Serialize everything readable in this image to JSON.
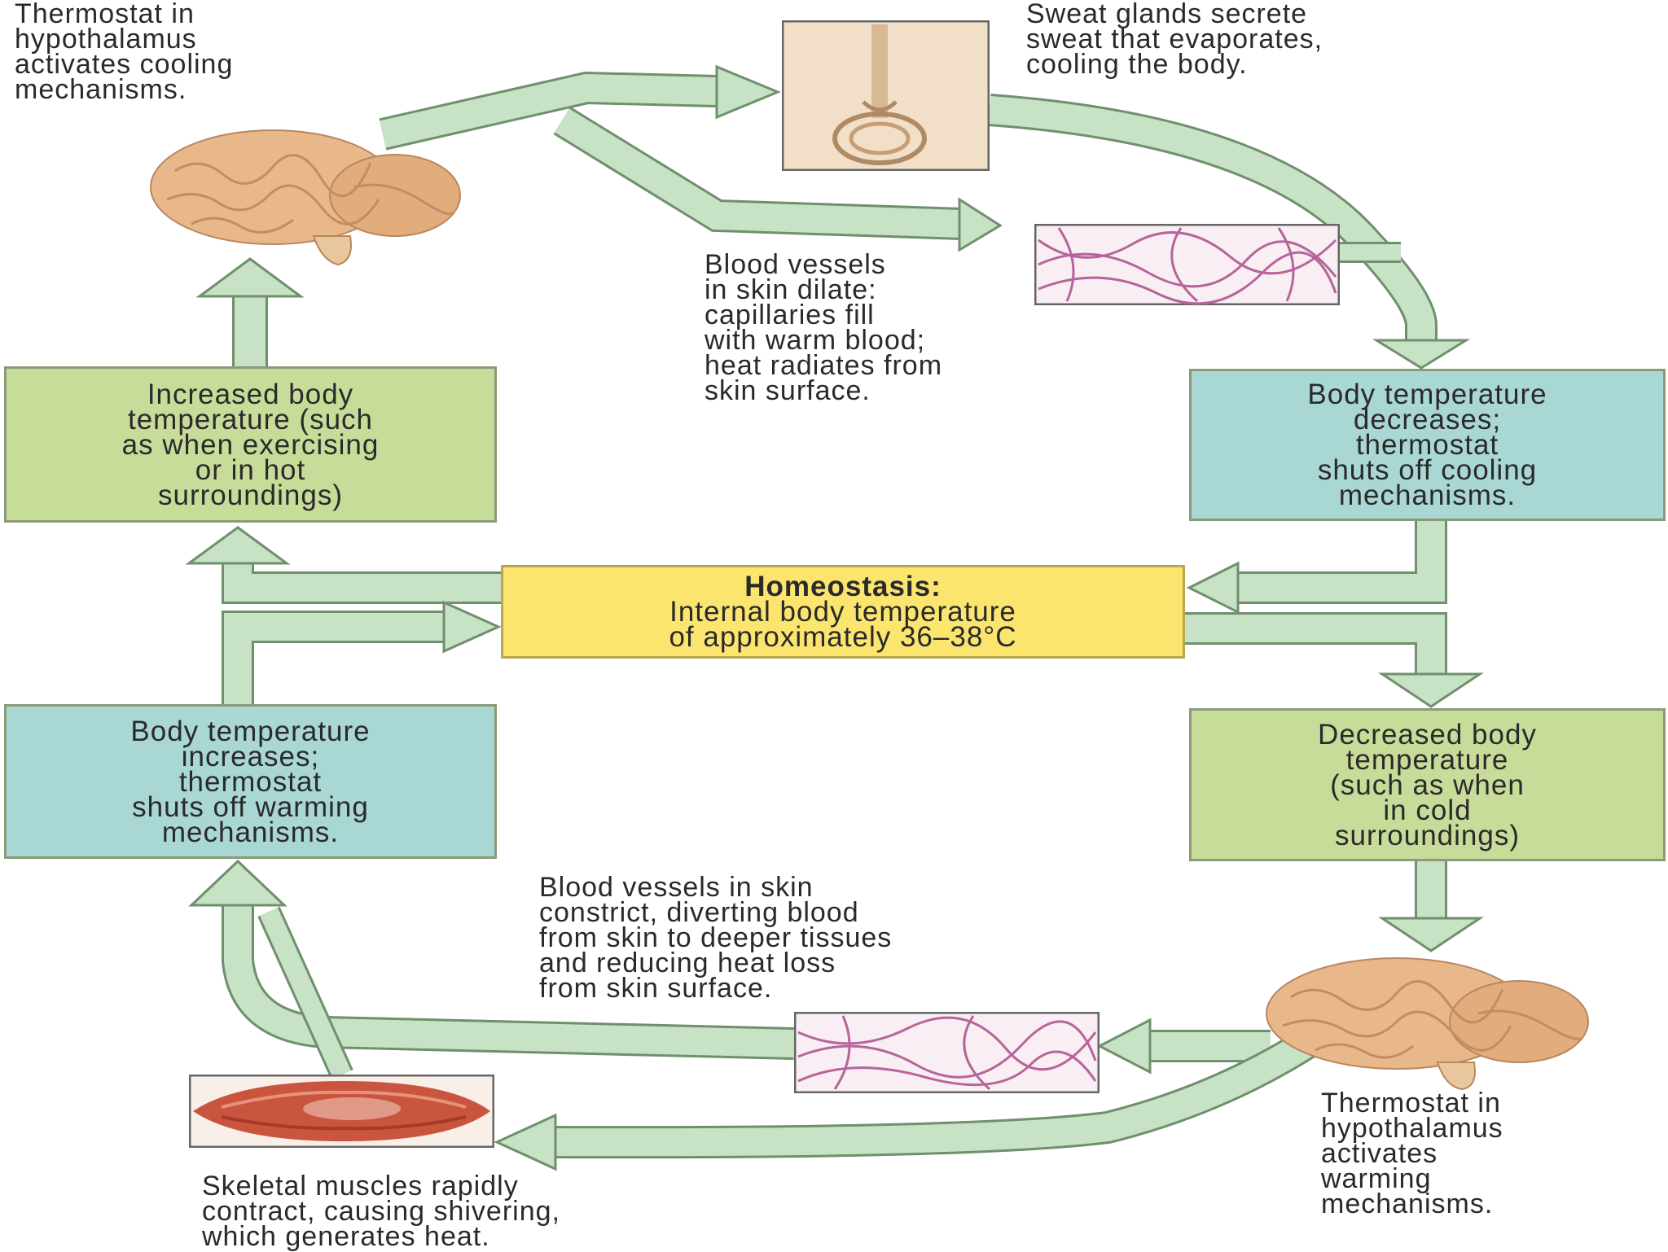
{
  "boxes": {
    "increased": [
      "Increased body",
      "temperature (such",
      "as when exercising",
      "or in hot",
      "surroundings)"
    ],
    "decreases": [
      "Body temperature",
      "decreases;",
      "thermostat",
      "shuts off cooling",
      "mechanisms."
    ],
    "homeostasis_title": "Homeostasis:",
    "homeostasis_body": [
      "Internal body temperature",
      "of approximately 36–38°C"
    ],
    "increases": [
      "Body temperature",
      "increases;",
      "thermostat",
      "shuts off warming",
      "mechanisms."
    ],
    "decreased": [
      "Decreased body",
      "temperature",
      "(such as when",
      "in cold",
      "surroundings)"
    ]
  },
  "labels": {
    "thermostat_cooling": [
      "Thermostat in",
      "hypothalamus",
      "activates cooling",
      "mechanisms."
    ],
    "sweat": [
      "Sweat glands secrete",
      "sweat that evaporates,",
      "cooling the body."
    ],
    "dilate": [
      "Blood vessels",
      "in skin dilate:",
      "capillaries fill",
      "with warm blood;",
      "heat radiates from",
      "skin surface."
    ],
    "constrict": [
      "Blood vessels in skin",
      "constrict, diverting blood",
      "from skin to deeper tissues",
      "and reducing heat loss",
      "from skin surface."
    ],
    "shiver": [
      "Skeletal muscles rapidly",
      "contract, causing shivering,",
      "which generates heat."
    ],
    "thermostat_warming": [
      "Thermostat in",
      "hypothalamus",
      "activates",
      "warming",
      "mechanisms."
    ]
  },
  "colors": {
    "arrow_fill": "#c7e2c5",
    "arrow_stroke": "#6f8f6d",
    "green_box": "#c8dc9a",
    "teal_box": "#a9d7d3",
    "yellow_box": "#fbe56e"
  },
  "icons": [
    "brain-icon",
    "sweat-gland-icon",
    "blood-vessel-icon",
    "muscle-icon"
  ]
}
